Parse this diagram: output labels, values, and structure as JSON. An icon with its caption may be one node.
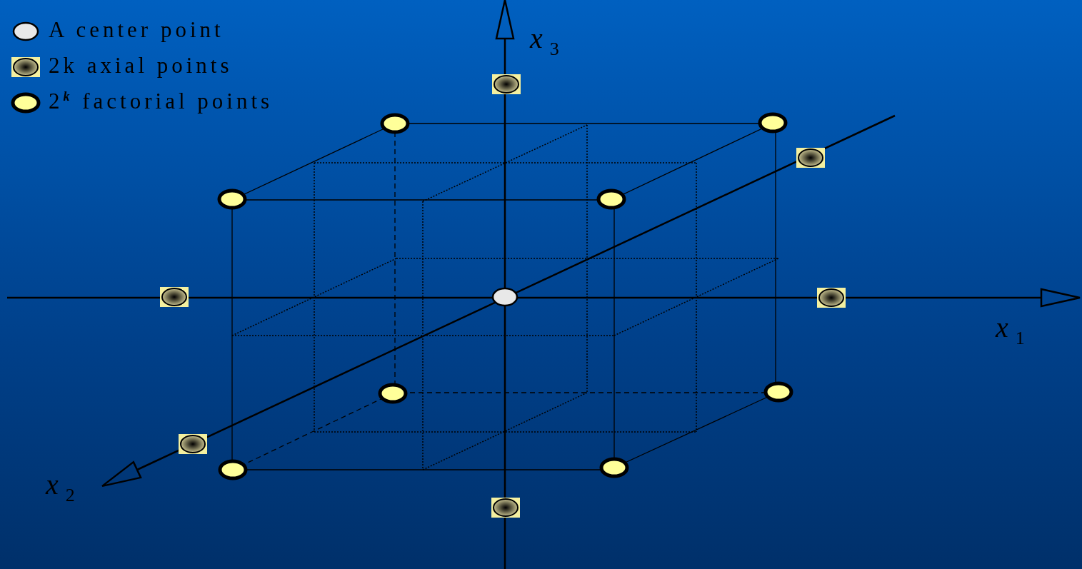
{
  "diagram": {
    "labels": [
      "*x*$_{3}$",
      "*x*$_{1}$",
      "*x*$_{2}$"
    ],
    "legend": [
      {
        "text": "A center point"
      },
      {
        "text": "2k axial points"
      },
      {
        "text": "2$^{k}$ factorial points"
      }
    ]
  }
}
